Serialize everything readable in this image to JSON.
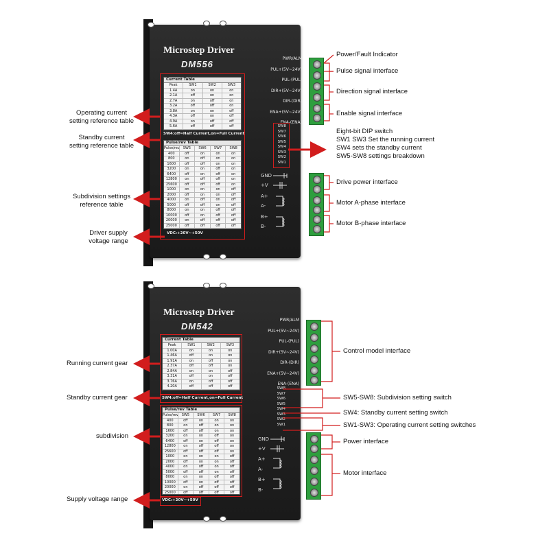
{
  "colors": {
    "accent_red": "#d21d1d",
    "terminal_green": "#2e9e3e",
    "panel_dark": "#222222"
  },
  "top": {
    "title": "Microstep Driver",
    "model": "DM556",
    "current_table": {
      "caption": "Current Table",
      "headers": [
        "Peak",
        "SW1",
        "SW2",
        "SW3"
      ],
      "rows": [
        [
          "1.4A",
          "on",
          "on",
          "on"
        ],
        [
          "2.1A",
          "off",
          "on",
          "on"
        ],
        [
          "2.7A",
          "on",
          "off",
          "on"
        ],
        [
          "3.2A",
          "off",
          "off",
          "on"
        ],
        [
          "3.8A",
          "on",
          "on",
          "off"
        ],
        [
          "4.3A",
          "off",
          "on",
          "off"
        ],
        [
          "4.9A",
          "on",
          "off",
          "off"
        ],
        [
          "5.6A",
          "off",
          "off",
          "off"
        ]
      ]
    },
    "standby_note": "SW4:off=Half Current,on=Full Current",
    "pulse_table": {
      "caption": "Pulse/rev Table",
      "headers": [
        "Pulse/rev",
        "SW5",
        "SW6",
        "SW7",
        "SW8"
      ],
      "rows": [
        [
          "400",
          "off",
          "on",
          "on",
          "on"
        ],
        [
          "800",
          "on",
          "off",
          "on",
          "on"
        ],
        [
          "1600",
          "off",
          "off",
          "on",
          "on"
        ],
        [
          "3200",
          "on",
          "on",
          "off",
          "on"
        ],
        [
          "6400",
          "off",
          "on",
          "off",
          "on"
        ],
        [
          "12800",
          "on",
          "off",
          "off",
          "on"
        ],
        [
          "25600",
          "off",
          "off",
          "off",
          "on"
        ],
        [
          "1000",
          "on",
          "on",
          "on",
          "off"
        ],
        [
          "2000",
          "off",
          "on",
          "on",
          "off"
        ],
        [
          "4000",
          "on",
          "off",
          "on",
          "off"
        ],
        [
          "5000",
          "off",
          "off",
          "on",
          "off"
        ],
        [
          "8000",
          "on",
          "on",
          "off",
          "off"
        ],
        [
          "10000",
          "off",
          "on",
          "off",
          "off"
        ],
        [
          "20000",
          "on",
          "off",
          "off",
          "off"
        ],
        [
          "25000",
          "off",
          "off",
          "off",
          "off"
        ]
      ]
    },
    "vdc_note": "VDC:+20V~+50V",
    "panel_labels": [
      "PWR/ALM",
      "PUL+(5V~24V)",
      "PUL-(PUL)",
      "DIR+(5V~24V)",
      "DIR-(DIR)",
      "ENA+(5V~24V)",
      "ENA-(ENA)"
    ],
    "dip_labels": [
      "SW8",
      "SW7",
      "SW6",
      "SW5",
      "SW4",
      "SW3",
      "SW2",
      "SW1"
    ],
    "power_labels": [
      "GND",
      "+V",
      "A+",
      "A-",
      "B+",
      "B-"
    ],
    "callouts_left": {
      "operating": "Operating current\nsetting reference table",
      "standby": "Standby current\nsetting reference table",
      "subdivision": "Subdivision settings\nreference table",
      "supply": "Driver supply\nvoltage range"
    },
    "callouts_right": {
      "power_fault": "Power/Fault Indicator",
      "pulse": "Pulse signal interface",
      "direction": "Direction signal interface",
      "enable": "Enable signal interface",
      "dip": "Eight-bit DIP switch\nSW1 SW3 Set the running current\nSW4 sets the standby current\nSW5-SW8 settings breakdown",
      "drive_power": "Drive power interface",
      "motor_a": "Motor A-phase interface",
      "motor_b": "Motor B-phase interface"
    }
  },
  "bottom": {
    "title": "Microstep Driver",
    "model": "DM542",
    "current_table": {
      "caption": "Current Table",
      "headers": [
        "Peak",
        "SW1",
        "SW2",
        "SW3"
      ],
      "rows": [
        [
          "1.00A",
          "on",
          "on",
          "on"
        ],
        [
          "1.46A",
          "off",
          "on",
          "on"
        ],
        [
          "1.91A",
          "on",
          "off",
          "on"
        ],
        [
          "2.37A",
          "off",
          "off",
          "on"
        ],
        [
          "2.84A",
          "on",
          "on",
          "off"
        ],
        [
          "3.31A",
          "off",
          "on",
          "off"
        ],
        [
          "3.76A",
          "on",
          "off",
          "off"
        ],
        [
          "4.20A",
          "off",
          "off",
          "off"
        ]
      ]
    },
    "standby_note": "SW4:off=Half Current,on=Full Current",
    "pulse_table": {
      "caption": "Pulse/rev Table",
      "headers": [
        "Pulse/rev",
        "SW5",
        "SW6",
        "SW7",
        "SW8"
      ],
      "rows": [
        [
          "400",
          "off",
          "on",
          "on",
          "on"
        ],
        [
          "800",
          "on",
          "off",
          "on",
          "on"
        ],
        [
          "1600",
          "off",
          "off",
          "on",
          "on"
        ],
        [
          "3200",
          "on",
          "on",
          "off",
          "on"
        ],
        [
          "6400",
          "off",
          "on",
          "off",
          "on"
        ],
        [
          "12800",
          "on",
          "off",
          "off",
          "on"
        ],
        [
          "25600",
          "off",
          "off",
          "off",
          "on"
        ],
        [
          "1000",
          "on",
          "on",
          "on",
          "off"
        ],
        [
          "2000",
          "off",
          "on",
          "on",
          "off"
        ],
        [
          "4000",
          "on",
          "off",
          "on",
          "off"
        ],
        [
          "5000",
          "off",
          "off",
          "on",
          "off"
        ],
        [
          "8000",
          "on",
          "on",
          "off",
          "off"
        ],
        [
          "10000",
          "off",
          "on",
          "off",
          "off"
        ],
        [
          "20000",
          "on",
          "off",
          "off",
          "off"
        ],
        [
          "25000",
          "off",
          "off",
          "off",
          "off"
        ]
      ]
    },
    "vdc_note": "VDC:+20V~+50V",
    "panel_labels": [
      "PWR/ALM",
      "PUL+(5V~24V)",
      "PUL-(PUL)",
      "DIR+(5V~24V)",
      "DIR-(DIR)",
      "ENA+(5V~24V)",
      "ENA-(ENA)"
    ],
    "dip_labels": [
      "SW8",
      "SW7",
      "SW6",
      "SW5",
      "SW4",
      "SW3",
      "SW2",
      "SW1"
    ],
    "power_labels": [
      "GND",
      "+V",
      "A+",
      "A-",
      "B+",
      "B-"
    ],
    "callouts_left": {
      "running": "Running current gear",
      "standby": "Standby current gear",
      "subdivision": "subdivision",
      "supply": "Supply voltage range"
    },
    "callouts_right": {
      "control": "Control model interface",
      "sw5_8": "SW5-SW8: Subdivision setting switch",
      "sw4": "SW4: Standby current setting switch",
      "sw1_3": "SW1-SW3: Operating current setting switches",
      "power": "Power interface",
      "motor": "Motor interface"
    }
  }
}
